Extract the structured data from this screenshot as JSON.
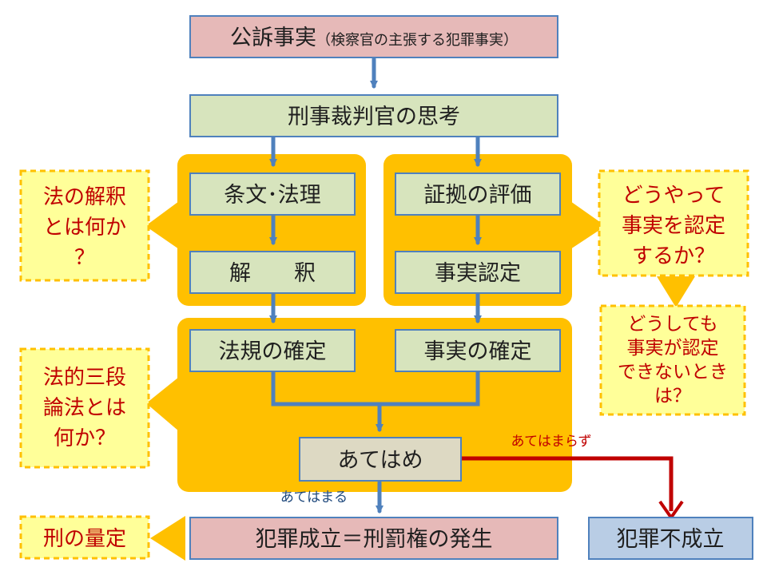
{
  "colors": {
    "pink_fill": "#e6b9b8",
    "green_fill": "#d7e4bd",
    "tan_fill": "#ddd9c3",
    "blue_fill": "#b9cde5",
    "panel_orange": "#ffc000",
    "callout_fill": "#ffff99",
    "callout_border": "#ffc000",
    "flow_arrow": "#4f81bd",
    "fail_arrow": "#c00000",
    "alert_text": "#c00000"
  },
  "nodes": {
    "indictment_main": "公訴事実",
    "indictment_note": "（検察官の主張する犯罪事実）",
    "judge_thinking": "刑事裁判官の思考",
    "statute_doctrine": "条文･法理",
    "interpretation": "解　　釈",
    "evidence_eval": "証拠の評価",
    "fact_finding": "事実認定",
    "law_confirmed": "法規の確定",
    "fact_confirmed": "事実の確定",
    "application": "あてはめ",
    "crime_established": "犯罪成立＝刑罰権の発生",
    "crime_not_established": "犯罪不成立"
  },
  "arrow_labels": {
    "not_applicable": "あてはまらず",
    "applicable": "あてはまる"
  },
  "callouts": {
    "interpretation_q": [
      "法の解釈",
      "とは何か",
      "？"
    ],
    "fact_finding_q": [
      "どうやって",
      "事実を認定",
      "するか？"
    ],
    "cannot_find_q": [
      "どうしても",
      "事実が認定",
      "できないとき",
      "は？"
    ],
    "syllogism_q": [
      "法的三段",
      "論法とは",
      "何か？"
    ],
    "sentencing": "刑の量定"
  }
}
